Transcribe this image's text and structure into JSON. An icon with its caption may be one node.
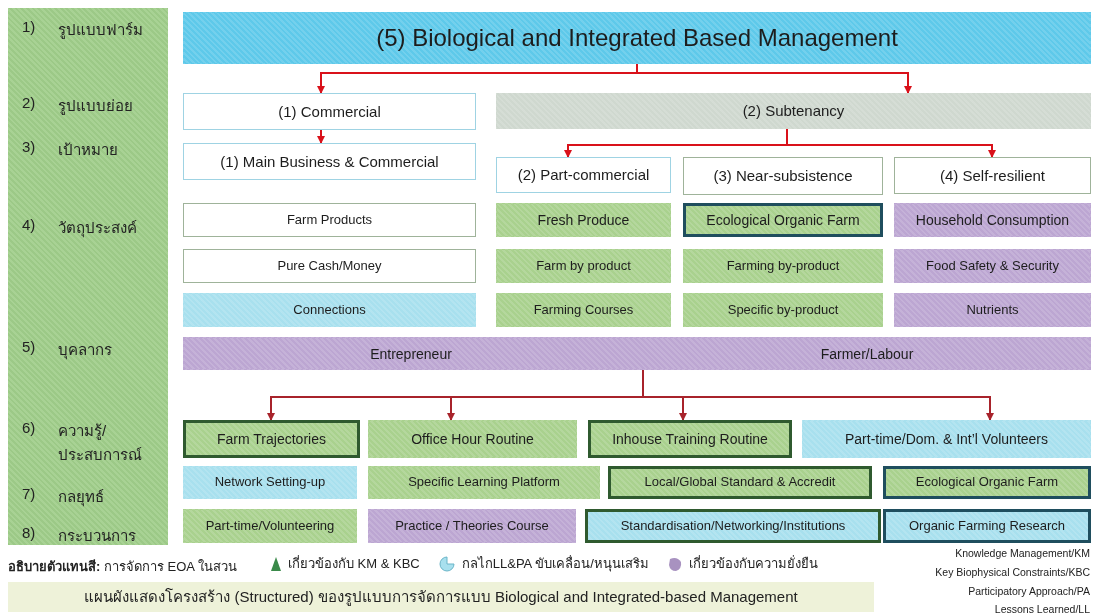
{
  "diagram": {
    "caption": "แผนผังแสดงโครงสร้าง (Structured) ของรูปแบบการจัดการแบบ Biological and Integrated-based Management",
    "nodes": [
      {
        "text": [
          "(5) Biological and Integrated Based Management"
        ]
      },
      {
        "text": [
          "(1) Commercial"
        ]
      },
      {
        "text": [
          "(2) Subtenancy"
        ]
      },
      {
        "text": [
          "(1) Main Business & Commercial"
        ]
      },
      {
        "text": [
          "(2) Part-commercial"
        ]
      },
      {
        "text": [
          "(3) Near-subsistence"
        ]
      },
      {
        "text": [
          "(4) Self-resilient"
        ]
      },
      {
        "text": [
          "Farm Products"
        ]
      },
      {
        "text": [
          "Fresh Produce"
        ]
      },
      {
        "text": [
          "Ecological Organic Farm"
        ]
      },
      {
        "text": [
          "Household Consumption"
        ]
      },
      {
        "text": [
          "Pure Cash/Money"
        ]
      },
      {
        "text": [
          "Farm by product"
        ]
      },
      {
        "text": [
          "Farming by-product"
        ]
      },
      {
        "text": [
          "Food Safety & Security"
        ]
      },
      {
        "text": [
          "Connections"
        ]
      },
      {
        "text": [
          "Farming Courses"
        ]
      },
      {
        "text": [
          "Specific by-product"
        ]
      },
      {
        "text": [
          "Nutrients"
        ]
      },
      {
        "text": [
          "Entrepreneur",
          "Farmer/Labour"
        ]
      },
      {
        "text": [
          "Farm Trajectories"
        ]
      },
      {
        "text": [
          "Office Hour Routine"
        ]
      },
      {
        "text": [
          "Inhouse Training Routine"
        ]
      },
      {
        "text": [
          "Part-time/Dom. & Int’l Volunteers"
        ]
      },
      {
        "text": [
          "Network Setting-up"
        ]
      },
      {
        "text": [
          "Specific Learning Platform"
        ]
      },
      {
        "text": [
          "Local/Global Standard & Accredit"
        ]
      },
      {
        "text": [
          "Ecological Organic Farm"
        ]
      },
      {
        "text": [
          "Part-time/Volunteering"
        ]
      },
      {
        "text": [
          "Practice / Theories Course"
        ]
      },
      {
        "text": [
          "Standardisation/Networking/Institutions"
        ]
      },
      {
        "text": [
          "Organic Farming Research"
        ]
      }
    ],
    "edges": [
      {
        "from": 0,
        "to": 1,
        "arrow": "to"
      },
      {
        "from": 0,
        "to": 2,
        "arrow": "to"
      },
      {
        "from": 1,
        "to": 3,
        "arrow": "to"
      },
      {
        "from": 2,
        "to": 4,
        "arrow": "to"
      },
      {
        "from": 2,
        "to": 6,
        "arrow": "to"
      },
      {
        "from": 19,
        "to": 20,
        "arrow": "to"
      },
      {
        "from": 19,
        "to": 21,
        "arrow": "to"
      },
      {
        "from": 19,
        "to": 22,
        "arrow": "to"
      },
      {
        "from": 19,
        "to": 23,
        "arrow": "to"
      }
    ],
    "labels": [
      "1)",
      "รูปแบบฟาร์ม",
      "2)",
      "รูปแบบย่อย",
      "3)",
      "เป้าหมาย",
      "4)",
      "วัตถุประสงค์",
      "5)",
      "บุคลากร",
      "6)",
      "ความรู้/ประสบการณ์",
      "7)",
      "กลยุทธ์",
      "8)",
      "กระบวนการ",
      "**อธิบายตัวแทนสี:** การจัดการ EOA ในสวน",
      "Knowledge Management/KM",
      "Key Biophysical Constraints/KBC",
      "Participatory Approach/PA",
      "Lessons Learned/LL"
    ],
    "legend": [
      {
        "text": "เกี่ยวข้องกับ KM & KBC"
      },
      {
        "text": "กลไกLL&PA ขับเคลื่อน/หนุนเสริม"
      },
      {
        "text": "เกี่ยวข้องกับความยั่งยืน"
      }
    ]
  }
}
